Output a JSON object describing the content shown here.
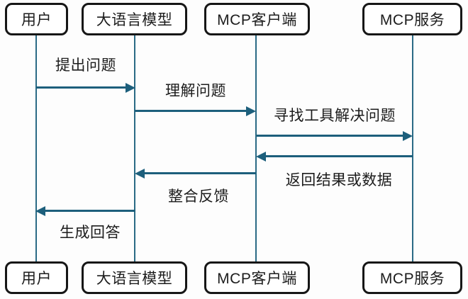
{
  "diagram_type": "sequence-diagram",
  "actors": [
    {
      "id": "user",
      "label": "用户"
    },
    {
      "id": "llm",
      "label": "大语言模型"
    },
    {
      "id": "mcp-client",
      "label": "MCP客户端"
    },
    {
      "id": "mcp-server",
      "label": "MCP服务"
    }
  ],
  "messages": [
    {
      "label": "提出问题",
      "from": "用户",
      "to": "大语言模型",
      "direction": "right",
      "label_position": "above"
    },
    {
      "label": "理解问题",
      "from": "大语言模型",
      "to": "MCP客户端",
      "direction": "right",
      "label_position": "above"
    },
    {
      "label": "寻找工具解决问题",
      "from": "MCP客户端",
      "to": "MCP服务",
      "direction": "right",
      "label_position": "above"
    },
    {
      "label": "返回结果或数据",
      "from": "MCP服务",
      "to": "MCP客户端",
      "direction": "left",
      "label_position": "below"
    },
    {
      "label": "整合反馈",
      "from": "MCP客户端",
      "to": "大语言模型",
      "direction": "left",
      "label_position": "below"
    },
    {
      "label": "生成回答",
      "from": "大语言模型",
      "to": "用户",
      "direction": "left",
      "label_position": "below"
    }
  ],
  "colors": {
    "line": "#1d5f7c",
    "box_border": "#161616",
    "box_fill": "#ffffff",
    "text": "#1c1c1c",
    "background": "#fdfdfd"
  }
}
